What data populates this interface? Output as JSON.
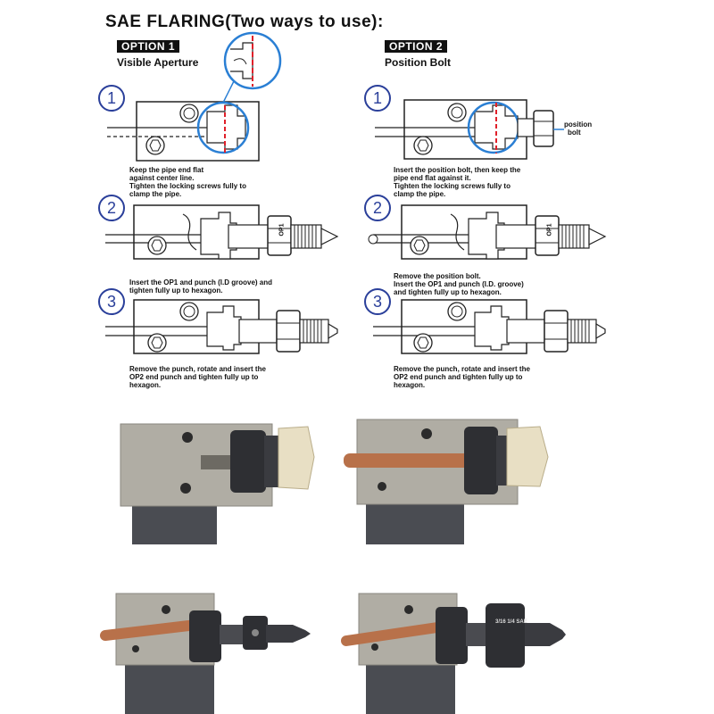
{
  "title": "SAE FLARING(Two ways to use):",
  "option1": {
    "badge": "OPTION 1",
    "subtitle": "Visible Aperture",
    "steps": [
      {
        "number": "1",
        "text_l1": "Keep the pipe end flat",
        "text_l2": "against center line.",
        "text_l3": "Tighten the locking screws fully to",
        "text_l4": "clamp the pipe."
      },
      {
        "number": "2",
        "text_l1": "Insert the OP1 and punch (I.D groove) and",
        "text_l2": "tighten fully up to hexagon."
      },
      {
        "number": "3",
        "text_l1": "Remove the punch, rotate and insert the",
        "text_l2": "OP2 end punch  and tighten fully up to",
        "text_l3": "hexagon."
      }
    ]
  },
  "option2": {
    "badge": "OPTION 2",
    "subtitle": "Position Bolt",
    "position_bolt_l1": "position",
    "position_bolt_l2": "bolt",
    "steps": [
      {
        "number": "1",
        "text_l1": "Insert the position bolt, then keep the",
        "text_l2": "pipe end flat against it.",
        "text_l3": "Tighten the locking screws fully to",
        "text_l4": "clamp the pipe."
      },
      {
        "number": "2",
        "text_l1": "Remove the position bolt.",
        "text_l2": "Insert the OP1 and punch (I.D. groove)",
        "text_l3": "and tighten fully up to hexagon."
      },
      {
        "number": "3",
        "text_l1": "Remove the punch, rotate and insert the",
        "text_l2": "OP2 end punch  and tighten fully up to",
        "text_l3": "hexagon."
      }
    ]
  },
  "punch_label": "OP1",
  "die_marking": "3/16 1/4 SAE",
  "colors": {
    "accent_blue": "#2a7fd4",
    "number_blue": "#2a3f9a",
    "red_line": "#e0202a",
    "block_gray": "#a8a59d",
    "copper": "#b8714a"
  }
}
